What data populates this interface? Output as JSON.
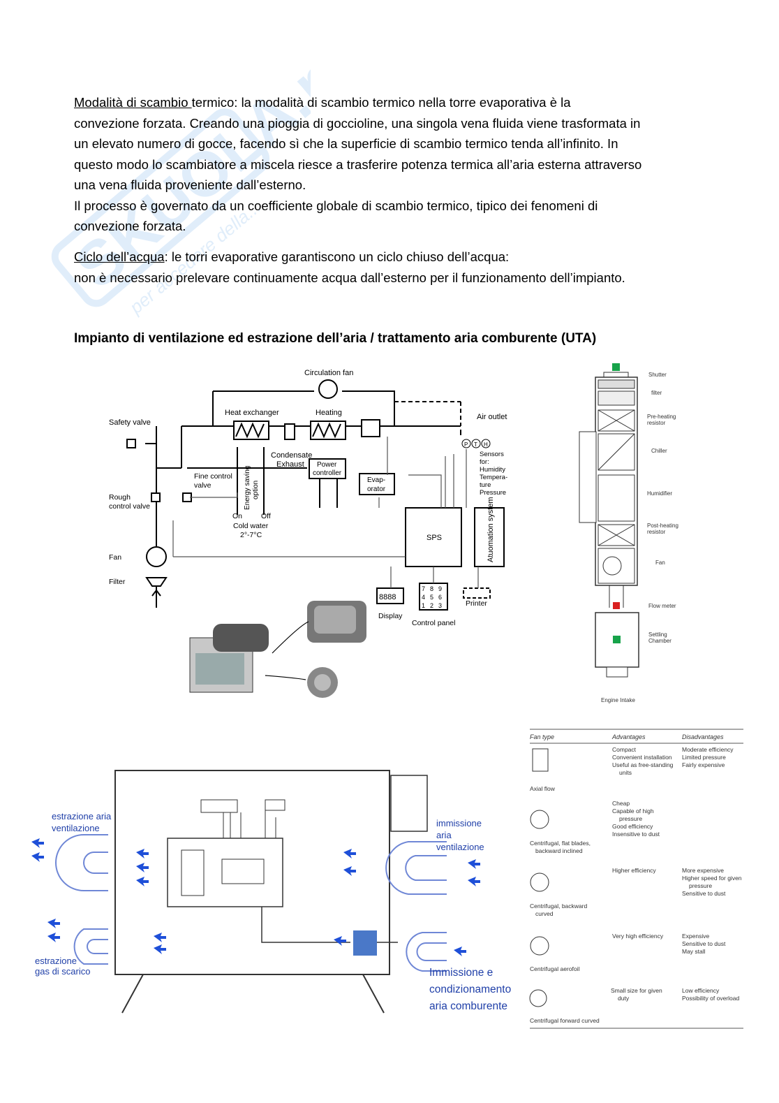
{
  "watermark": {
    "text": "SKUOLA.net",
    "sub": "per accedere della..."
  },
  "para1": {
    "label": "Modalità di scambio ",
    "rest_line1": "termico: la modalità di scambio termico nella torre evaporativa è la",
    "line2": "convezione forzata. Creando una pioggia di goccioline, una singola vena fluida viene trasformata in",
    "line3": "un elevato numero di gocce, facendo sì che la superficie di scambio termico tenda all’infinito. In",
    "line4": "questo modo lo scambiatore a miscela riesce a trasferire potenza termica all’aria esterna attraverso",
    "line5": "una vena fluida proveniente dall’esterno.",
    "line6": "Il processo è governato da un coefficiente globale di scambio termico, tipico dei fenomeni di",
    "line7": "convezione forzata."
  },
  "para2": {
    "label": "Ciclo dell’acqua",
    "rest_line1": ": le torri evaporative garantiscono un ciclo chiuso dell’acqua:",
    "line2": "non è necessario prelevare continuamente acqua dall’esterno per il funzionamento dell’impianto."
  },
  "heading": "Impianto di ventilazione ed estrazione dell’aria / trattamento aria comburente (UTA)",
  "schematic": {
    "circulation_fan": "Circulation fan",
    "heat_exchanger": "Heat exchanger",
    "heating": "Heating",
    "air_outlet": "Air outlet",
    "safety_valve": "Safety valve",
    "condensate": "Condensate",
    "exhaust": "Exhaust",
    "power_controller_1": "Power",
    "power_controller_2": "controller",
    "evaporator_1": "Evap-",
    "evaporator_2": "orator",
    "sensors_1": "Sensors",
    "sensors_2": "for:",
    "sensors_3": "Humidity",
    "sensors_4": "Tempera-",
    "sensors_5": "ture",
    "sensors_6": "Pressure",
    "fine_control_1": "Fine control",
    "fine_control_2": "valve",
    "energy_saving_1": "Energy saving",
    "energy_saving_2": "option",
    "rough_control_1": "Rough",
    "rough_control_2": "control valve",
    "on": "On",
    "off": "Off",
    "cold_water": "Cold water",
    "cold_water_temp": "2°-7°C",
    "sps": "SPS",
    "automation": "Atuomation system",
    "fan": "Fan",
    "filter": "Filter",
    "display": "Display",
    "display_digits": "8888",
    "control_panel": "Control panel",
    "keys": [
      "7",
      "8",
      "9",
      "4",
      "5",
      "6",
      "1",
      "2",
      "3"
    ],
    "printer": "Printer",
    "sensor_p": "P",
    "sensor_t": "T",
    "sensor_h": "H"
  },
  "uta": {
    "shutter": "Shutter",
    "filter": "filter",
    "preheating_1": "Pre-heating",
    "preheating_2": "resistor",
    "chiller": "Chiller",
    "humidifier": "Humidifier",
    "postheating_1": "Post-heating",
    "postheating_2": "resistor",
    "fan": "Fan",
    "flow_meter": "Flow meter",
    "settling_1": "Settling",
    "settling_2": "Chamber",
    "engine_intake": "Engine Intake"
  },
  "room": {
    "estrazione_aria_1": "estrazione aria",
    "estrazione_aria_2": "ventilazione",
    "immissione_1": "immissione",
    "immissione_2": "aria",
    "immissione_3": "ventilazione",
    "estrazione_gas_1": "estrazione",
    "estrazione_gas_2": "gas di scarico",
    "immissione_cond_1": "Immissione e",
    "immissione_cond_2": "condizionamento",
    "immissione_cond_3": "aria comburente"
  },
  "fan_table": {
    "headers": [
      "Fan type",
      "Advantages",
      "Disadvantages"
    ],
    "rows": [
      {
        "type": [
          "Axial flow"
        ],
        "adv": [
          "Compact",
          "Convenient installation",
          "Useful as free-standing",
          "units"
        ],
        "dis": [
          "Moderate efficiency",
          "Limited pressure",
          "Fairly expensive"
        ]
      },
      {
        "type": [
          "Centrifugal, flat blades,",
          "backward inclined"
        ],
        "adv": [
          "Cheap",
          "Capable of high",
          "pressure",
          "Good efficiency",
          "Insensitive to dust"
        ],
        "dis": []
      },
      {
        "type": [
          "Centrifugal, backward",
          "curved"
        ],
        "adv": [
          "Higher efficiency"
        ],
        "dis": [
          "More expensive",
          "Higher speed for given",
          "pressure",
          "Sensitive to dust"
        ]
      },
      {
        "type": [
          "Centrifugal aerofoil"
        ],
        "adv": [
          "Very high efficiency"
        ],
        "dis": [
          "Expensive",
          "Sensitive to dust",
          "May stall"
        ]
      },
      {
        "type": [
          "Centrifugal forward curved"
        ],
        "adv": [
          "Small size for given",
          "duty"
        ],
        "dis": [
          "Low efficiency",
          "Possibility of overload"
        ]
      }
    ]
  },
  "colors": {
    "blue_text": "#1f3fa8",
    "arrow_blue": "#1e4fd8",
    "duct_blue": "#6f87d6",
    "box_blue": "#4a78c8",
    "green": "#17a34a",
    "red": "#d92020"
  }
}
